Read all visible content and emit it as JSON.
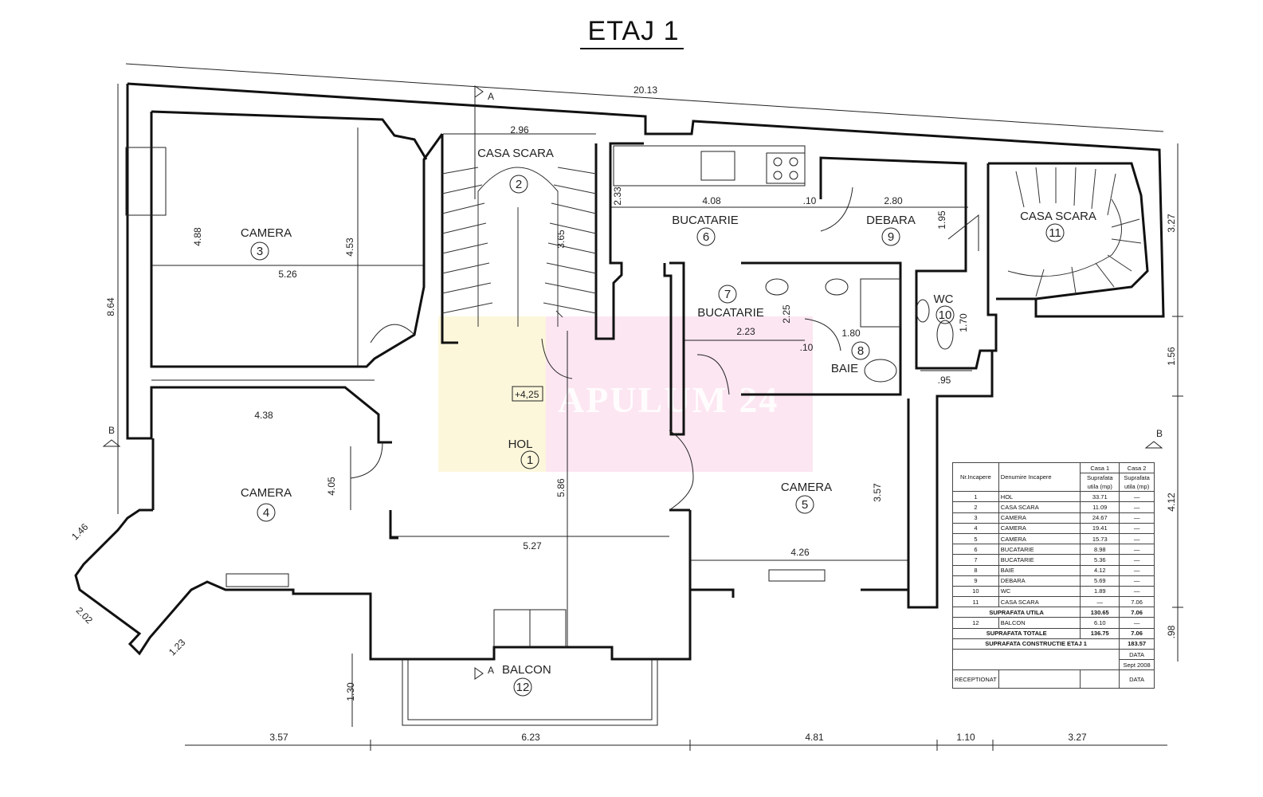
{
  "title": "ETAJ 1",
  "rooms": [
    {
      "name": "HOL",
      "num": "1"
    },
    {
      "name": "CASA SCARA",
      "num": "2"
    },
    {
      "name": "CAMERA",
      "num": "3"
    },
    {
      "name": "CAMERA",
      "num": "4"
    },
    {
      "name": "CAMERA",
      "num": "5"
    },
    {
      "name": "BUCATARIE",
      "num": "6"
    },
    {
      "name": "BUCATARIE",
      "num": "7"
    },
    {
      "name": "BAIE",
      "num": "8"
    },
    {
      "name": "DEBARA",
      "num": "9"
    },
    {
      "name": "WC",
      "num": "10"
    },
    {
      "name": "CASA SCARA",
      "num": "11"
    },
    {
      "name": "BALCON",
      "num": "12"
    }
  ],
  "section_marks": {
    "a": "A",
    "b": "B"
  },
  "level_mark": "+4,25",
  "dimensions": {
    "top_total": "20.13",
    "stair_width": "2.96",
    "r3_height": "4.88",
    "r3_height_b": "4.53",
    "r3_width": "5.26",
    "stair_height": "3.65",
    "kitchen_height": "2.33",
    "kitchen_width": "4.08",
    "small_10a": ".10",
    "debara_width": "2.80",
    "debara_height": "1.95",
    "right_top": "3.27",
    "left_total": "8.64",
    "r4_width": "4.38",
    "r4_height": "4.05",
    "b7_height": "2.25",
    "b7_width": "2.23",
    "baie_width": "1.80",
    "small_10b": ".10",
    "wc_height": "1.70",
    "wc_width": ".95",
    "right_mid": "1.56",
    "right_low": "4.12",
    "right_bottom": ".98",
    "r5_height": "3.57",
    "r5_width": "4.26",
    "hol_height": "5.86",
    "hol_width": "5.27",
    "bay_a": "1.46",
    "bay_b": "2.02",
    "bay_c": "1.23",
    "balcon_height": "1.30",
    "bottom_1": "3.57",
    "bottom_2": "6.23",
    "bottom_3": "4.81",
    "bottom_4": "1.10",
    "bottom_5": "3.27"
  },
  "table": {
    "header": {
      "col_nr": "Nr.Incapere",
      "col_name": "Denumire Incapere",
      "casa1": "Casa 1",
      "casa2": "Casa 2",
      "unit1": "Suprafata utila (mp)",
      "unit2": "Suprafata utila (mp)"
    },
    "rows": [
      {
        "nr": "1",
        "name": "HOL",
        "c1": "33.71",
        "c2": "—"
      },
      {
        "nr": "2",
        "name": "CASA SCARA",
        "c1": "11.09",
        "c2": "—"
      },
      {
        "nr": "3",
        "name": "CAMERA",
        "c1": "24.67",
        "c2": "—"
      },
      {
        "nr": "4",
        "name": "CAMERA",
        "c1": "19.41",
        "c2": "—"
      },
      {
        "nr": "5",
        "name": "CAMERA",
        "c1": "15.73",
        "c2": "—"
      },
      {
        "nr": "6",
        "name": "BUCATARIE",
        "c1": "8.98",
        "c2": "—"
      },
      {
        "nr": "7",
        "name": "BUCATARIE",
        "c1": "5.36",
        "c2": "—"
      },
      {
        "nr": "8",
        "name": "BAIE",
        "c1": "4.12",
        "c2": "—"
      },
      {
        "nr": "9",
        "name": "DEBARA",
        "c1": "5.69",
        "c2": "—"
      },
      {
        "nr": "10",
        "name": "WC",
        "c1": "1.89",
        "c2": "—"
      },
      {
        "nr": "11",
        "name": "CASA SCARA",
        "c1": "—",
        "c2": "7.06"
      }
    ],
    "total_util": {
      "label": "SUPRAFATA UTILA",
      "c1": "130.65",
      "c2": "7.06"
    },
    "balcon": {
      "nr": "12",
      "name": "BALCON",
      "c1": "6.10",
      "c2": "—"
    },
    "total": {
      "label": "SUPRAFATA TOTALE",
      "c1": "136.75",
      "c2": "7.06"
    },
    "constructie": {
      "label": "SUPRAFATA CONSTRUCTIE ETAJ 1",
      "value": "183.57"
    },
    "footer": {
      "data_label": "DATA",
      "date": "Sept 2008",
      "receptionat": "RECEPTIONAT",
      "data_label2": "DATA"
    }
  },
  "watermark": "APULUM 24"
}
